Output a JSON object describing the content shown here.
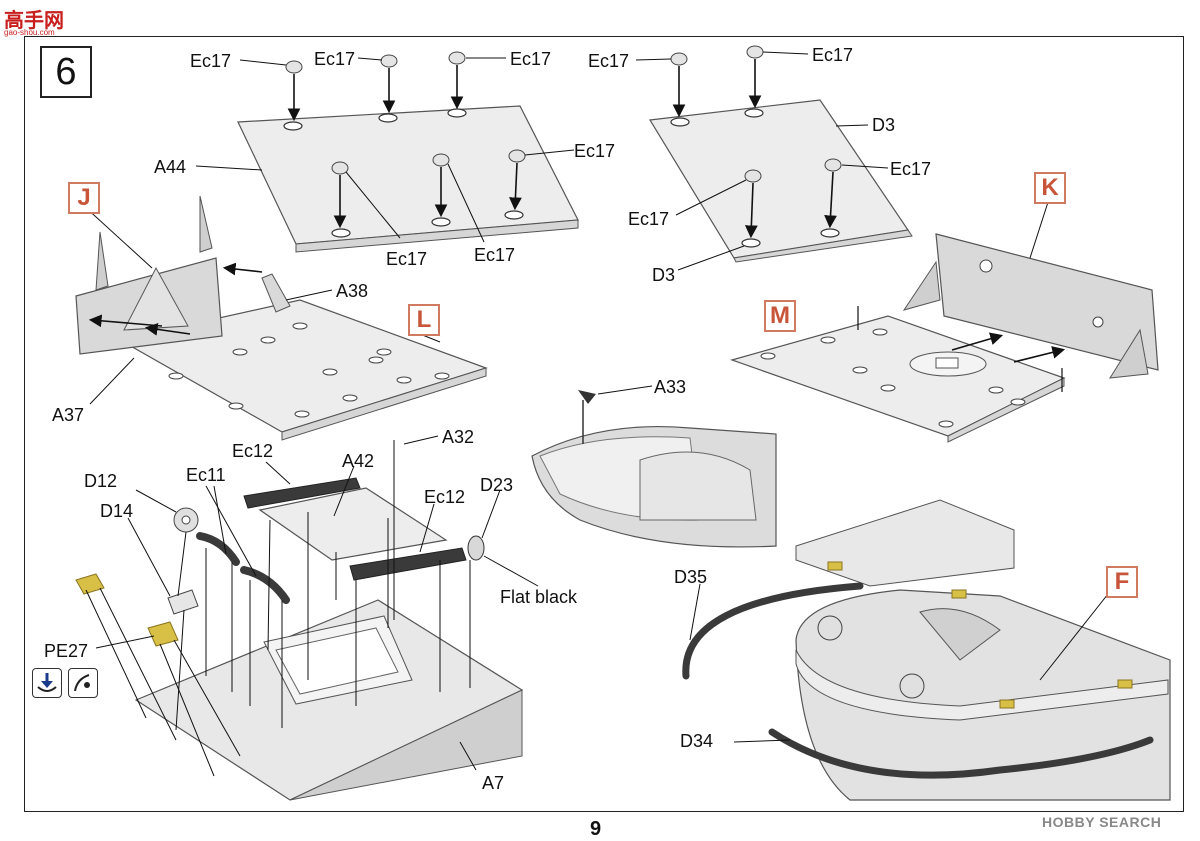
{
  "step": {
    "number": "6"
  },
  "page": {
    "number": "9"
  },
  "watermarks": {
    "top_logo": "高手网",
    "top_url": "gao-shou.com",
    "bottom_logo": "HOBBY SEARCH"
  },
  "subassemblies": {
    "j": "J",
    "k": "K",
    "l": "L",
    "m": "M",
    "f": "F"
  },
  "part_labels": {
    "ec17_1": "Ec17",
    "ec17_2": "Ec17",
    "ec17_3": "Ec17",
    "ec17_4": "Ec17",
    "ec17_5": "Ec17",
    "ec17_6": "Ec17",
    "ec17_7": "Ec17",
    "ec17_8": "Ec17",
    "ec17_9": "Ec17",
    "ec17_10": "Ec17",
    "a44": "A44",
    "a38": "A38",
    "a37": "A37",
    "d3_1": "D3",
    "d3_2": "D3",
    "a33": "A33",
    "a32": "A32",
    "a42": "A42",
    "ec12_1": "Ec12",
    "ec12_2": "Ec12",
    "ec11": "Ec11",
    "d12": "D12",
    "d14": "D14",
    "d23": "D23",
    "pe27": "PE27",
    "a7": "A7",
    "d35": "D35",
    "d34": "D34"
  },
  "paint_note": "Flat black",
  "icons": {
    "left": "down-arrow-icon",
    "right": "bend-tool-icon"
  },
  "colors": {
    "accent": "#c8553a",
    "part_fill": "#ededed",
    "part_stroke": "#555555",
    "brass": "#d8bf45",
    "dark_part": "#3a3a3a"
  }
}
